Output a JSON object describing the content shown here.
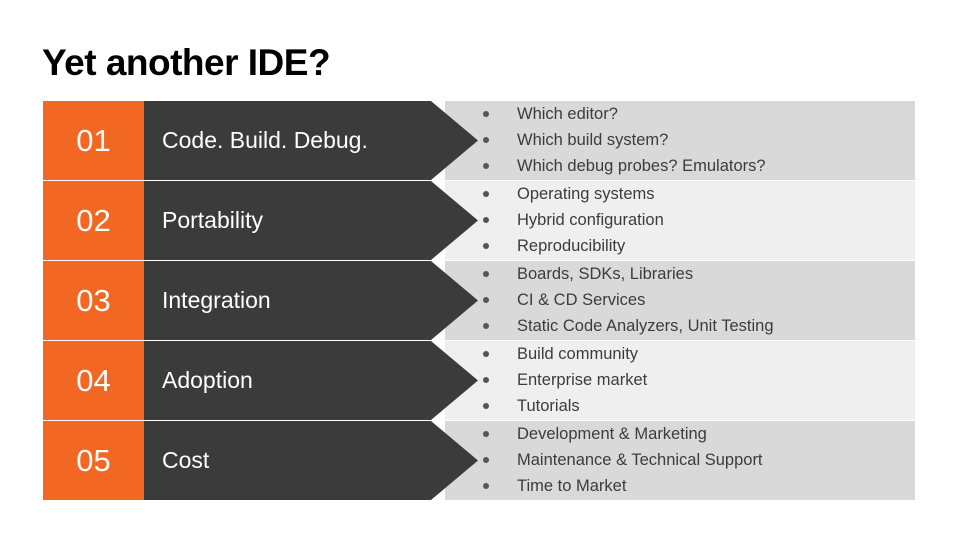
{
  "slide": {
    "title": "Yet another IDE?",
    "colors": {
      "accent": "#f26722",
      "arrow": "#3b3b3b",
      "band_dark": "#d9d9d9",
      "band_light": "#efefef"
    },
    "rows": [
      {
        "number": "01",
        "label": "Code. Build. Debug.",
        "bullets": [
          "Which editor?",
          "Which build system?",
          "Which debug probes? Emulators?"
        ]
      },
      {
        "number": "02",
        "label": "Portability",
        "bullets": [
          "Operating systems",
          "Hybrid configuration",
          "Reproducibility"
        ]
      },
      {
        "number": "03",
        "label": "Integration",
        "bullets": [
          "Boards, SDKs, Libraries",
          "CI & CD Services",
          "Static Code Analyzers, Unit Testing"
        ]
      },
      {
        "number": "04",
        "label": "Adoption",
        "bullets": [
          "Build community",
          "Enterprise market",
          "Tutorials"
        ]
      },
      {
        "number": "05",
        "label": "Cost",
        "bullets": [
          "Development & Marketing",
          "Maintenance & Technical Support",
          "Time to Market"
        ]
      }
    ]
  }
}
